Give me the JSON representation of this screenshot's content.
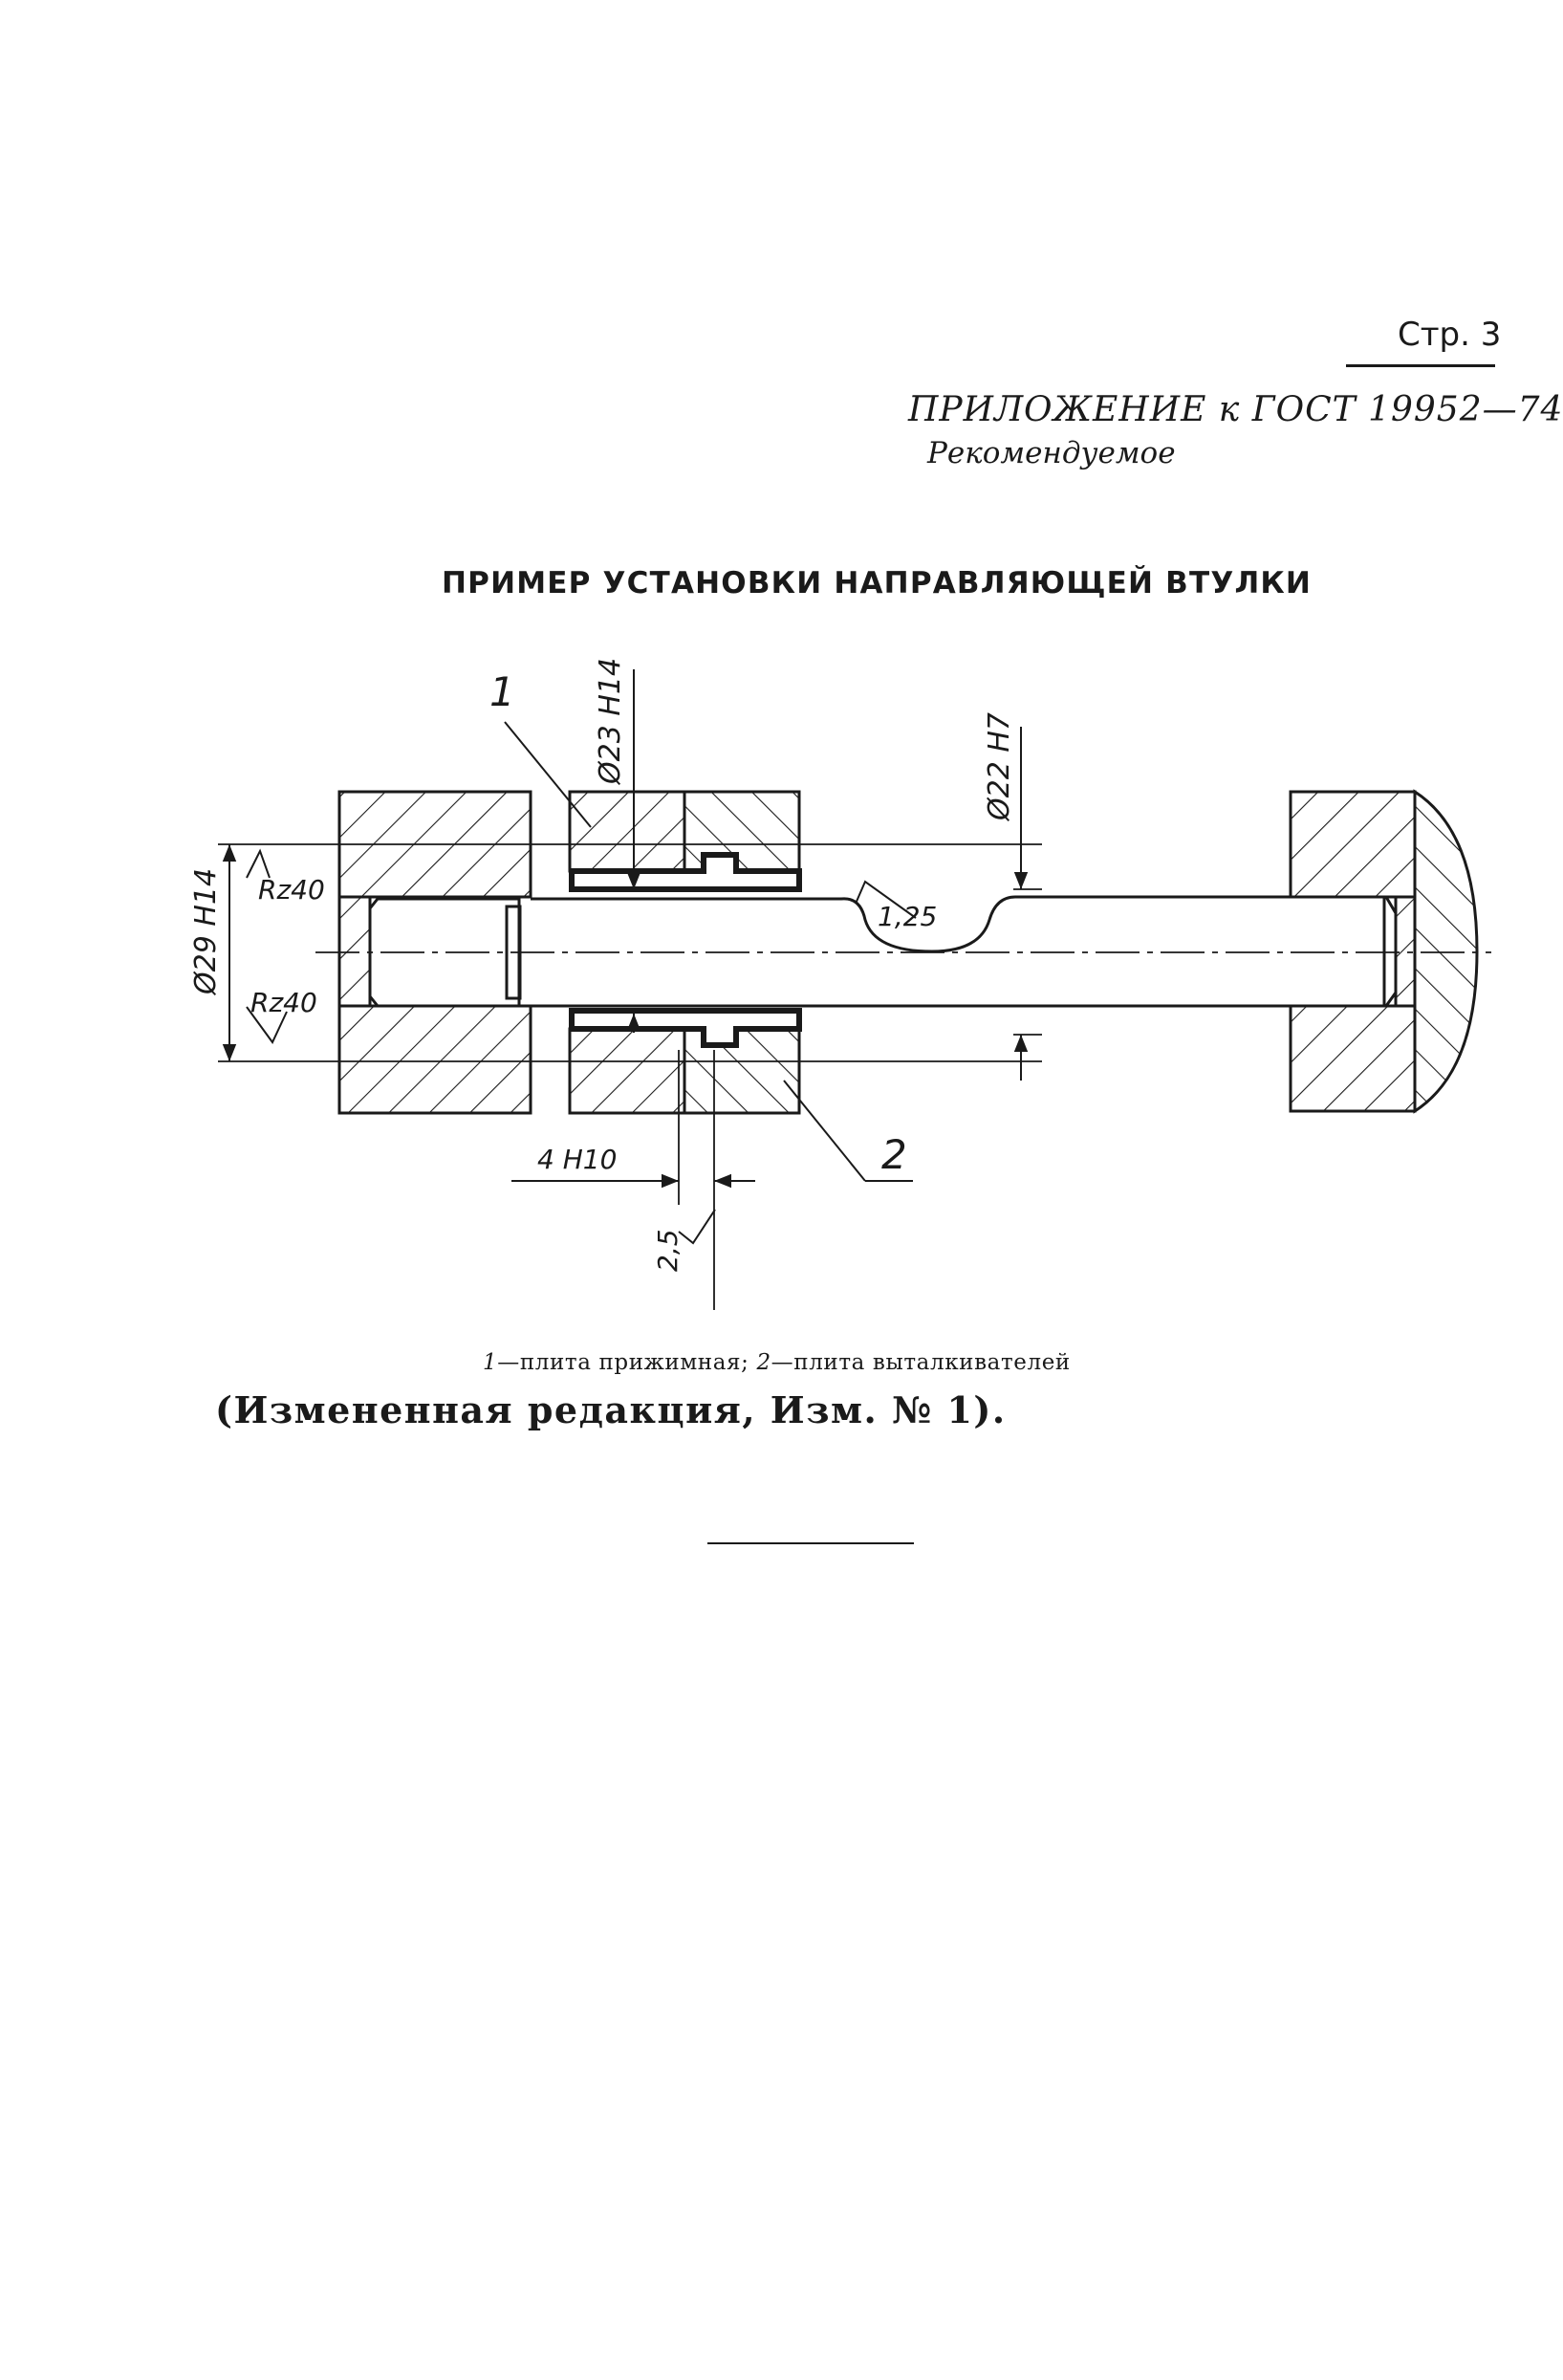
{
  "header": {
    "page_number": "Стр. 3",
    "appendix_title": "ПРИЛОЖЕНИЕ к ГОСТ 19952—74",
    "status": "Рекомендуемое"
  },
  "title": "ПРИМЕР УСТАНОВКИ НАПРАВЛЯЮЩЕЙ ВТУЛКИ",
  "drawing": {
    "callout_1": "1",
    "callout_2": "2",
    "dim_bore_23": "Ø23 H14",
    "dim_pin_22": "Ø22 H7",
    "dim_outer_29": "Ø29 H14",
    "roughness_top": "Rz40",
    "roughness_bottom": "Rz40",
    "roughness_groove": "1,25",
    "dim_width_4": "4 H10",
    "roughness_side": "2,5"
  },
  "caption": {
    "n1": "1",
    "t1": "—плита прижимная; ",
    "n2": "2",
    "t2": "—плита выталкивателей"
  },
  "revision_note": "(Измененная редакция, Изм. № 1)."
}
